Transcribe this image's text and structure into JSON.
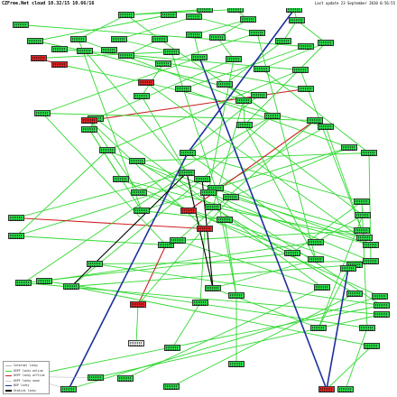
{
  "header": {
    "title": "CZFree.Net cloud 10.32/15 10.66/16",
    "last_update": "Last update 23 September 2010 0:56:55"
  },
  "colors": {
    "internal": "#b0b0b0",
    "online": "#33d933",
    "offline": "#cc2222",
    "none": "#cccccc",
    "bgp": "#1e2f9a",
    "static": "#000000",
    "node_online": "#2cd94a",
    "node_offline": "#e02525"
  },
  "legend": [
    {
      "key": "internal",
      "label": "Internal linky"
    },
    {
      "key": "online",
      "label": "OSPF linky online"
    },
    {
      "key": "offline",
      "label": "OSPF linky offline"
    },
    {
      "key": "none",
      "label": "OSPF linky none"
    },
    {
      "key": "bgp",
      "label": "BGP linky"
    },
    {
      "key": "static",
      "label": "Statick linky"
    }
  ],
  "nodes": [
    {
      "id": 0,
      "status": "online"
    },
    {
      "id": 1,
      "status": "online"
    },
    {
      "id": 2,
      "status": "online"
    },
    {
      "id": 3,
      "status": "online"
    },
    {
      "id": 4,
      "status": "online"
    },
    {
      "id": 5,
      "status": "online"
    },
    {
      "id": 6,
      "status": "online"
    },
    {
      "id": 7,
      "status": "online"
    },
    {
      "id": 8,
      "status": "online"
    },
    {
      "id": 9,
      "status": "online"
    },
    {
      "id": 10,
      "status": "online"
    },
    {
      "id": 11,
      "status": "online"
    },
    {
      "id": 12,
      "status": "online"
    },
    {
      "id": 13,
      "status": "online"
    },
    {
      "id": 14,
      "status": "online"
    },
    {
      "id": 15,
      "status": "online"
    },
    {
      "id": 16,
      "status": "online"
    },
    {
      "id": 17,
      "status": "online"
    },
    {
      "id": 18,
      "status": "online"
    },
    {
      "id": 19,
      "status": "online"
    },
    {
      "id": 20,
      "status": "online"
    },
    {
      "id": 21,
      "status": "online"
    },
    {
      "id": 22,
      "status": "online"
    },
    {
      "id": 23,
      "status": "online"
    },
    {
      "id": 24,
      "status": "online"
    },
    {
      "id": 25,
      "status": "online"
    },
    {
      "id": 26,
      "status": "online"
    },
    {
      "id": 27,
      "status": "offline"
    },
    {
      "id": 28,
      "status": "offline"
    },
    {
      "id": 29,
      "status": "online"
    },
    {
      "id": 30,
      "status": "offline"
    },
    {
      "id": 31,
      "status": "online"
    },
    {
      "id": 32,
      "status": "online"
    },
    {
      "id": 33,
      "status": "online"
    },
    {
      "id": 34,
      "status": "online"
    },
    {
      "id": 35,
      "status": "online"
    },
    {
      "id": 36,
      "status": "online"
    },
    {
      "id": 37,
      "status": "online"
    },
    {
      "id": 38,
      "status": "online"
    },
    {
      "id": 39,
      "status": "online"
    },
    {
      "id": 40,
      "status": "online"
    },
    {
      "id": 41,
      "status": "online"
    },
    {
      "id": 42,
      "status": "online"
    },
    {
      "id": 43,
      "status": "online"
    },
    {
      "id": 44,
      "status": "online"
    },
    {
      "id": 45,
      "status": "online"
    },
    {
      "id": 46,
      "status": "online"
    },
    {
      "id": 47,
      "status": "offline"
    },
    {
      "id": 48,
      "status": "online"
    },
    {
      "id": 49,
      "status": "online"
    },
    {
      "id": 50,
      "status": "online"
    },
    {
      "id": 51,
      "status": "online"
    },
    {
      "id": 52,
      "status": "online"
    },
    {
      "id": 53,
      "status": "online"
    },
    {
      "id": 54,
      "status": "online"
    },
    {
      "id": 55,
      "status": "online"
    },
    {
      "id": 56,
      "status": "online"
    },
    {
      "id": 57,
      "status": "online"
    },
    {
      "id": 58,
      "status": "online"
    },
    {
      "id": 59,
      "status": "offline"
    },
    {
      "id": 60,
      "status": "online"
    },
    {
      "id": 61,
      "status": "online"
    },
    {
      "id": 62,
      "status": "online"
    },
    {
      "id": 63,
      "status": "online"
    },
    {
      "id": 64,
      "status": "online"
    },
    {
      "id": 65,
      "status": "online"
    },
    {
      "id": 66,
      "status": "online"
    },
    {
      "id": 67,
      "status": "online"
    },
    {
      "id": 68,
      "status": "online"
    },
    {
      "id": 69,
      "status": "online"
    },
    {
      "id": 70,
      "status": "online"
    },
    {
      "id": 71,
      "status": "online"
    },
    {
      "id": 72,
      "status": "offline"
    },
    {
      "id": 73,
      "status": "online"
    },
    {
      "id": 74,
      "status": "online"
    },
    {
      "id": 75,
      "status": "online"
    },
    {
      "id": 76,
      "status": "online"
    },
    {
      "id": 77,
      "status": "online"
    },
    {
      "id": 78,
      "status": "online"
    },
    {
      "id": 79,
      "status": "online"
    },
    {
      "id": 80,
      "status": "online"
    },
    {
      "id": 81,
      "status": "online"
    },
    {
      "id": 82,
      "status": "online"
    },
    {
      "id": 83,
      "status": "online"
    },
    {
      "id": 84,
      "status": "offline"
    },
    {
      "id": 85,
      "status": "online"
    },
    {
      "id": 86,
      "status": "online"
    },
    {
      "id": 87,
      "status": "online"
    },
    {
      "id": 88,
      "status": "online"
    },
    {
      "id": 89,
      "status": "online"
    },
    {
      "id": 90,
      "status": "online"
    },
    {
      "id": 91,
      "status": "online"
    },
    {
      "id": 92,
      "status": "online"
    },
    {
      "id": 93,
      "status": "online"
    },
    {
      "id": 94,
      "status": "online"
    },
    {
      "id": 95,
      "status": "none"
    },
    {
      "id": 96,
      "status": "online"
    },
    {
      "id": 97,
      "status": "online"
    },
    {
      "id": 98,
      "status": "online"
    },
    {
      "id": 99,
      "status": "online"
    },
    {
      "id": 100,
      "status": "online"
    },
    {
      "id": 101,
      "status": "online"
    },
    {
      "id": 102,
      "status": "offline"
    },
    {
      "id": 103,
      "status": "online"
    }
  ],
  "links": [
    {
      "a": 0,
      "b": 5,
      "type": "online"
    },
    {
      "a": 0,
      "b": 3,
      "type": "online"
    },
    {
      "a": 1,
      "b": 3,
      "type": "online"
    },
    {
      "a": 1,
      "b": 6,
      "type": "online"
    },
    {
      "a": 2,
      "b": 7,
      "type": "online"
    },
    {
      "a": 3,
      "b": 10,
      "type": "online"
    },
    {
      "a": 3,
      "b": 12,
      "type": "online"
    },
    {
      "a": 4,
      "b": 9,
      "type": "online"
    },
    {
      "a": 5,
      "b": 11,
      "type": "online"
    },
    {
      "a": 5,
      "b": 15,
      "type": "online"
    },
    {
      "a": 6,
      "b": 13,
      "type": "online"
    },
    {
      "a": 6,
      "b": 14,
      "type": "online"
    },
    {
      "a": 7,
      "b": 16,
      "type": "online"
    },
    {
      "a": 7,
      "b": 18,
      "type": "online"
    },
    {
      "a": 8,
      "b": 17,
      "type": "online"
    },
    {
      "a": 9,
      "b": 20,
      "type": "online"
    },
    {
      "a": 10,
      "b": 21,
      "type": "online"
    },
    {
      "a": 11,
      "b": 22,
      "type": "online"
    },
    {
      "a": 12,
      "b": 23,
      "type": "online"
    },
    {
      "a": 13,
      "b": 24,
      "type": "online"
    },
    {
      "a": 14,
      "b": 25,
      "type": "online"
    },
    {
      "a": 15,
      "b": 26,
      "type": "online"
    },
    {
      "a": 16,
      "b": 29,
      "type": "online"
    },
    {
      "a": 17,
      "b": 31,
      "type": "online"
    },
    {
      "a": 18,
      "b": 32,
      "type": "online"
    },
    {
      "a": 19,
      "b": 33,
      "type": "online"
    },
    {
      "a": 20,
      "b": 34,
      "type": "online"
    },
    {
      "a": 21,
      "b": 35,
      "type": "online"
    },
    {
      "a": 22,
      "b": 27,
      "type": "online"
    },
    {
      "a": 23,
      "b": 36,
      "type": "online"
    },
    {
      "a": 24,
      "b": 37,
      "type": "online"
    },
    {
      "a": 25,
      "b": 38,
      "type": "online"
    },
    {
      "a": 26,
      "b": 39,
      "type": "online"
    },
    {
      "a": 27,
      "b": 28,
      "type": "offline"
    },
    {
      "a": 28,
      "b": 30,
      "type": "online"
    },
    {
      "a": 29,
      "b": 40,
      "type": "online"
    },
    {
      "a": 30,
      "b": 41,
      "type": "online"
    },
    {
      "a": 31,
      "b": 42,
      "type": "online"
    },
    {
      "a": 32,
      "b": 43,
      "type": "online"
    },
    {
      "a": 33,
      "b": 44,
      "type": "online"
    },
    {
      "a": 34,
      "b": 45,
      "type": "online"
    },
    {
      "a": 35,
      "b": 46,
      "type": "online"
    },
    {
      "a": 36,
      "b": 47,
      "type": "offline"
    },
    {
      "a": 37,
      "b": 48,
      "type": "online"
    },
    {
      "a": 38,
      "b": 49,
      "type": "online"
    },
    {
      "a": 39,
      "b": 50,
      "type": "online"
    },
    {
      "a": 40,
      "b": 51,
      "type": "online"
    },
    {
      "a": 41,
      "b": 52,
      "type": "online"
    },
    {
      "a": 42,
      "b": 53,
      "type": "online"
    },
    {
      "a": 43,
      "b": 54,
      "type": "online"
    },
    {
      "a": 44,
      "b": 55,
      "type": "online"
    },
    {
      "a": 45,
      "b": 56,
      "type": "online"
    },
    {
      "a": 46,
      "b": 57,
      "type": "online"
    },
    {
      "a": 47,
      "b": 58,
      "type": "online"
    },
    {
      "a": 48,
      "b": 59,
      "type": "offline"
    },
    {
      "a": 49,
      "b": 60,
      "type": "online"
    },
    {
      "a": 50,
      "b": 61,
      "type": "online"
    },
    {
      "a": 51,
      "b": 62,
      "type": "online"
    },
    {
      "a": 52,
      "b": 63,
      "type": "online"
    },
    {
      "a": 53,
      "b": 64,
      "type": "online"
    },
    {
      "a": 54,
      "b": 65,
      "type": "online"
    },
    {
      "a": 55,
      "b": 66,
      "type": "online"
    },
    {
      "a": 56,
      "b": 67,
      "type": "online"
    },
    {
      "a": 57,
      "b": 68,
      "type": "online"
    },
    {
      "a": 58,
      "b": 69,
      "type": "online"
    },
    {
      "a": 59,
      "b": 70,
      "type": "online"
    },
    {
      "a": 60,
      "b": 71,
      "type": "online"
    },
    {
      "a": 61,
      "b": 72,
      "type": "offline"
    },
    {
      "a": 62,
      "b": 73,
      "type": "online"
    },
    {
      "a": 63,
      "b": 74,
      "type": "online"
    },
    {
      "a": 64,
      "b": 75,
      "type": "online"
    },
    {
      "a": 65,
      "b": 76,
      "type": "online"
    },
    {
      "a": 66,
      "b": 77,
      "type": "online"
    },
    {
      "a": 67,
      "b": 78,
      "type": "online"
    },
    {
      "a": 68,
      "b": 79,
      "type": "online"
    },
    {
      "a": 69,
      "b": 80,
      "type": "online"
    },
    {
      "a": 70,
      "b": 81,
      "type": "online"
    },
    {
      "a": 71,
      "b": 82,
      "type": "online"
    },
    {
      "a": 72,
      "b": 83,
      "type": "online"
    },
    {
      "a": 73,
      "b": 84,
      "type": "offline"
    },
    {
      "a": 74,
      "b": 85,
      "type": "online"
    },
    {
      "a": 75,
      "b": 86,
      "type": "online"
    },
    {
      "a": 76,
      "b": 87,
      "type": "online"
    },
    {
      "a": 77,
      "b": 88,
      "type": "online"
    },
    {
      "a": 78,
      "b": 89,
      "type": "online"
    },
    {
      "a": 79,
      "b": 90,
      "type": "online"
    },
    {
      "a": 80,
      "b": 91,
      "type": "online"
    },
    {
      "a": 81,
      "b": 92,
      "type": "online"
    },
    {
      "a": 82,
      "b": 93,
      "type": "online"
    },
    {
      "a": 83,
      "b": 94,
      "type": "online"
    },
    {
      "a": 84,
      "b": 95,
      "type": "online"
    },
    {
      "a": 85,
      "b": 96,
      "type": "online"
    },
    {
      "a": 86,
      "b": 97,
      "type": "online"
    },
    {
      "a": 87,
      "b": 98,
      "type": "online"
    },
    {
      "a": 88,
      "b": 99,
      "type": "online"
    },
    {
      "a": 89,
      "b": 100,
      "type": "online"
    },
    {
      "a": 90,
      "b": 101,
      "type": "online"
    },
    {
      "a": 91,
      "b": 102,
      "type": "online"
    },
    {
      "a": 92,
      "b": 103,
      "type": "online"
    },
    {
      "a": 40,
      "b": 58,
      "type": "online"
    },
    {
      "a": 41,
      "b": 64,
      "type": "online"
    },
    {
      "a": 42,
      "b": 60,
      "type": "online"
    },
    {
      "a": 43,
      "b": 66,
      "type": "online"
    },
    {
      "a": 44,
      "b": 62,
      "type": "online"
    },
    {
      "a": 45,
      "b": 68,
      "type": "online"
    },
    {
      "a": 46,
      "b": 70,
      "type": "online"
    },
    {
      "a": 47,
      "b": 72,
      "type": "online"
    },
    {
      "a": 48,
      "b": 74,
      "type": "online"
    },
    {
      "a": 49,
      "b": 76,
      "type": "online"
    },
    {
      "a": 50,
      "b": 78,
      "type": "online"
    },
    {
      "a": 51,
      "b": 80,
      "type": "online"
    },
    {
      "a": 52,
      "b": 82,
      "type": "online"
    },
    {
      "a": 53,
      "b": 84,
      "type": "online"
    },
    {
      "a": 54,
      "b": 86,
      "type": "online"
    },
    {
      "a": 55,
      "b": 88,
      "type": "online"
    },
    {
      "a": 56,
      "b": 90,
      "type": "online"
    },
    {
      "a": 57,
      "b": 92,
      "type": "online"
    },
    {
      "a": 2,
      "b": 45,
      "type": "bgp"
    },
    {
      "a": 45,
      "b": 98,
      "type": "bgp"
    },
    {
      "a": 24,
      "b": 102,
      "type": "bgp"
    },
    {
      "a": 102,
      "b": 103,
      "type": "bgp"
    },
    {
      "a": 50,
      "b": 80,
      "type": "static"
    },
    {
      "a": 50,
      "b": 81,
      "type": "static"
    },
    {
      "a": 51,
      "b": 81,
      "type": "static"
    },
    {
      "a": 98,
      "b": 99,
      "type": "none"
    },
    {
      "a": 99,
      "b": 100,
      "type": "internal"
    },
    {
      "a": 10,
      "b": 60,
      "type": "online"
    },
    {
      "a": 15,
      "b": 70,
      "type": "online"
    },
    {
      "a": 20,
      "b": 50,
      "type": "online"
    },
    {
      "a": 25,
      "b": 55,
      "type": "online"
    },
    {
      "a": 30,
      "b": 65,
      "type": "online"
    },
    {
      "a": 35,
      "b": 75,
      "type": "online"
    },
    {
      "a": 38,
      "b": 85,
      "type": "online"
    },
    {
      "a": 12,
      "b": 40,
      "type": "online"
    },
    {
      "a": 18,
      "b": 46,
      "type": "online"
    },
    {
      "a": 22,
      "b": 52,
      "type": "online"
    },
    {
      "a": 33,
      "b": 63,
      "type": "online"
    },
    {
      "a": 37,
      "b": 73,
      "type": "online"
    }
  ]
}
